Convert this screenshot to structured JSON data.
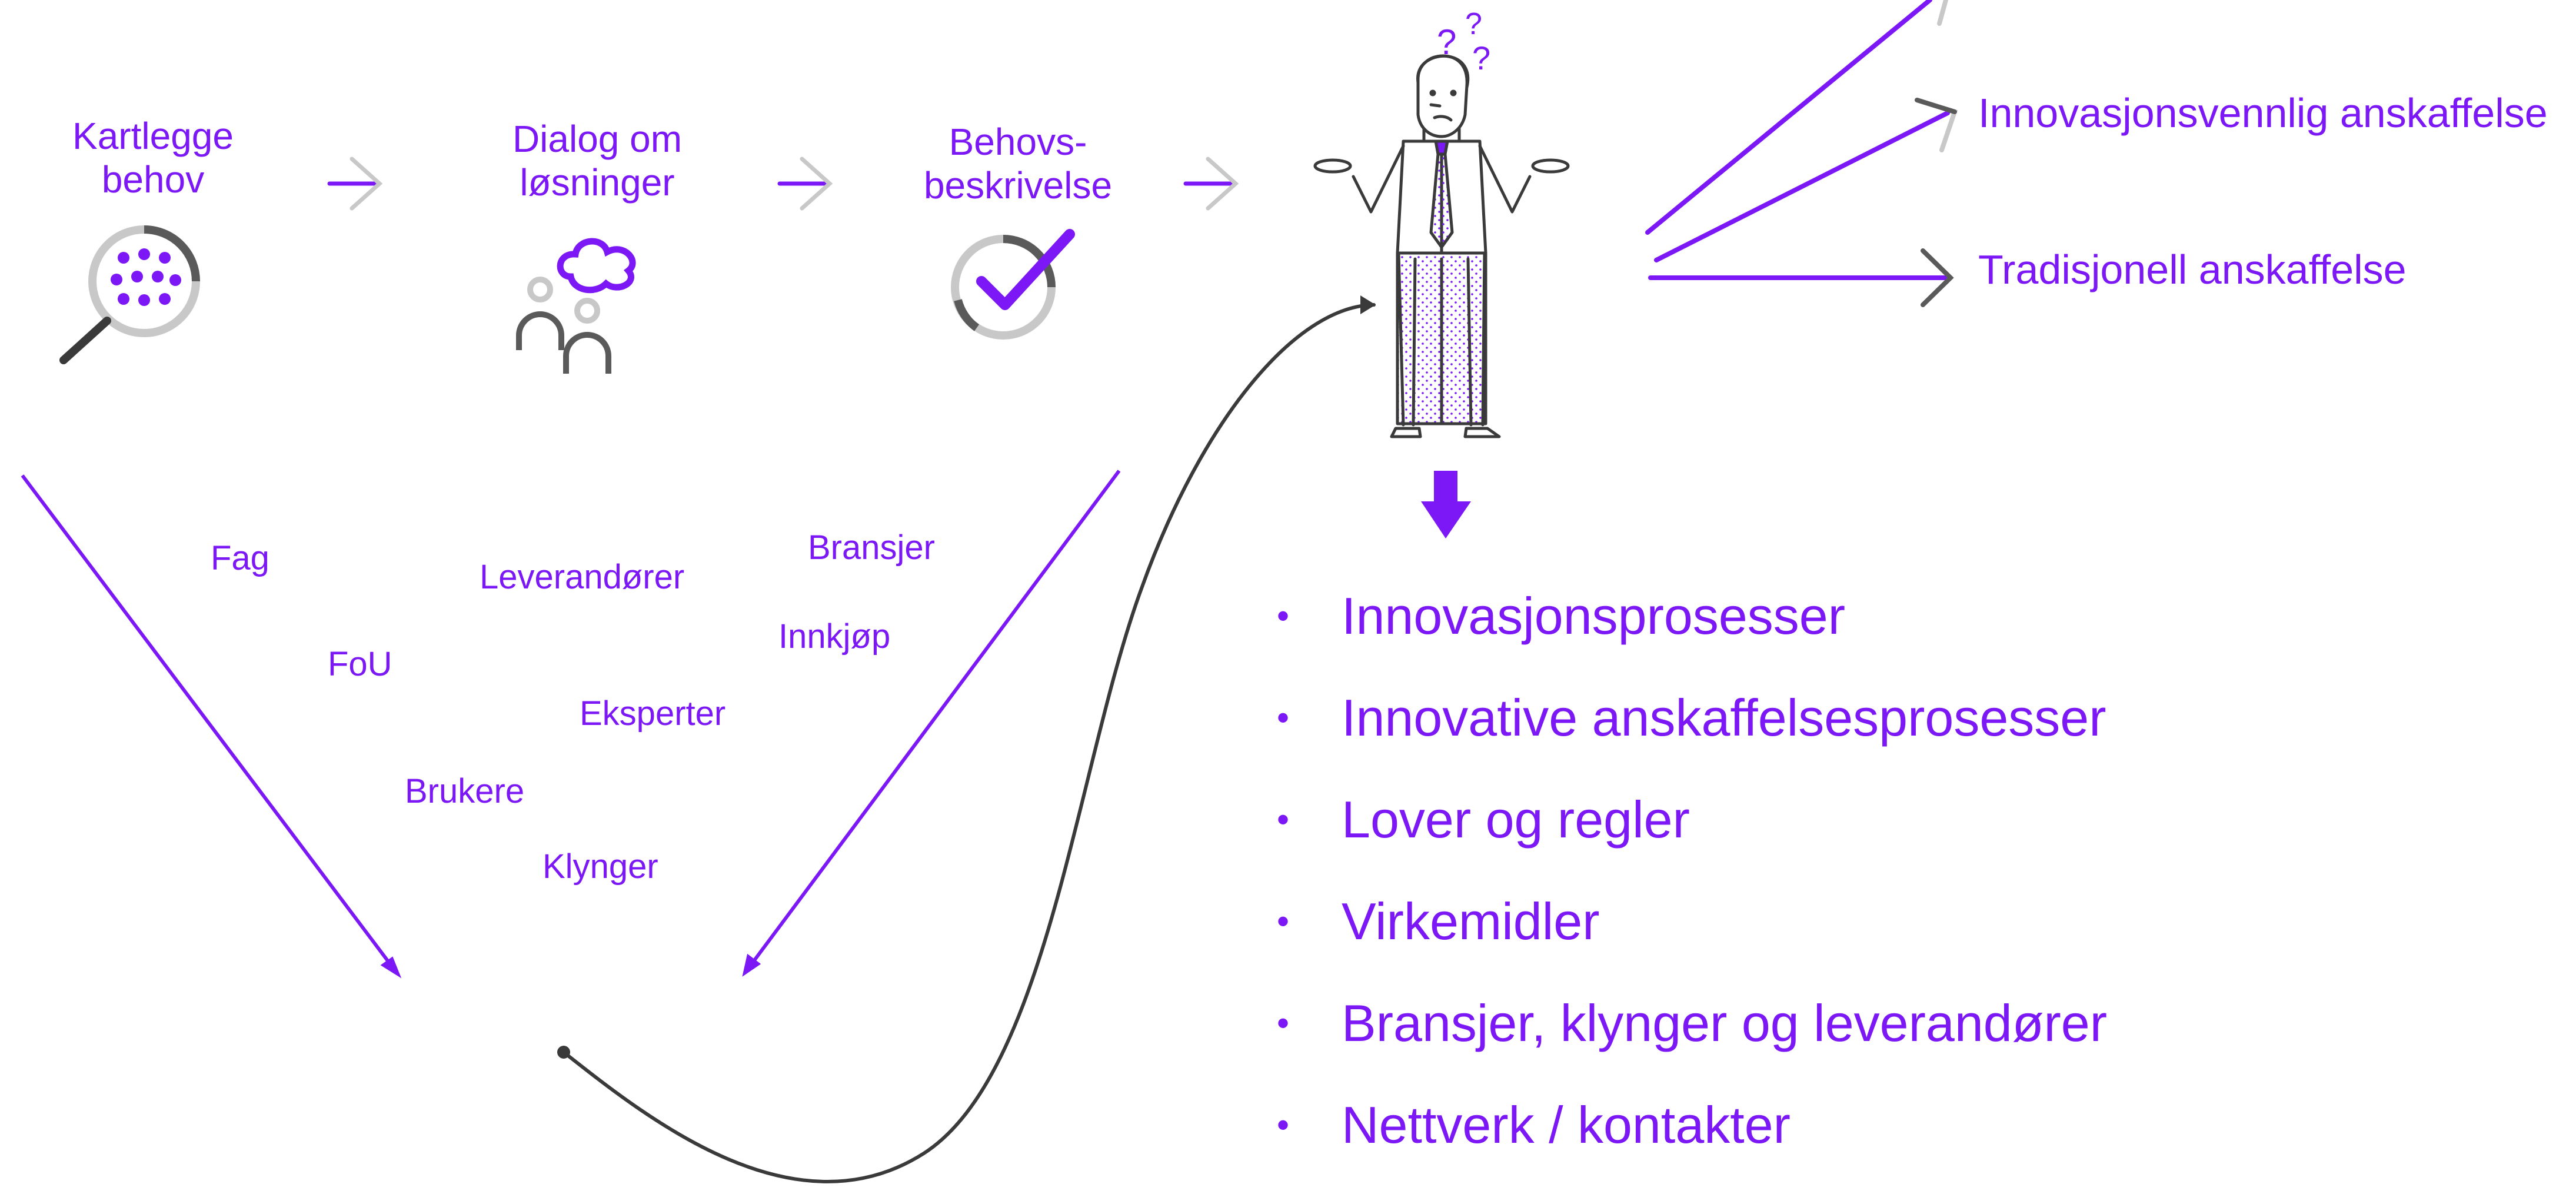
{
  "colors": {
    "accent": "#7b18f5",
    "grey": "#5a5a5a",
    "light_grey": "#c8c8c8",
    "dark": "#3a3a3a"
  },
  "steps": [
    {
      "line1": "Kartlegge",
      "line2": "behov",
      "icon": "magnifier-grid-icon"
    },
    {
      "line1": "Dialog om",
      "line2": "løsninger",
      "icon": "people-dialog-icon"
    },
    {
      "line1": "Behovs-",
      "line2": "beskrivelse",
      "icon": "checkmark-circle-icon"
    }
  ],
  "stakeholders": [
    "Fag",
    "Leverandører",
    "Bransjer",
    "FoU",
    "Innkjøp",
    "Eksperter",
    "Brukere",
    "Klynger"
  ],
  "options": [
    "Innovasjonsvennlig anskaffelse",
    "Tradisjonell anskaffelse"
  ],
  "person_icon": "confused-person-icon",
  "bullets": [
    "Innovasjonsprosesser",
    "Innovative anskaffelsesprosesser",
    "Lover og regler",
    "Virkemidler",
    "Bransjer, klynger og leverandører",
    "Nettverk / kontakter"
  ]
}
